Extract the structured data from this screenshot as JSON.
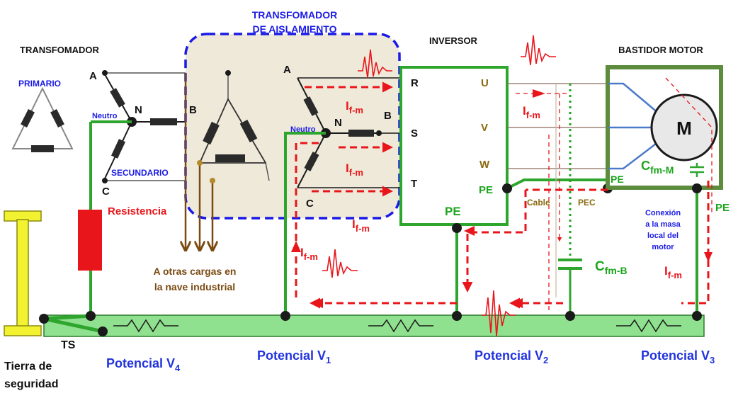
{
  "colors": {
    "green_wire": "#2ea62e",
    "red_current": "#e8161b",
    "blue_frame": "#1a1ae6",
    "brown_wire": "#7a4a12",
    "ground_bar": "#8fe08f",
    "beige_box": "#efe9da",
    "motor_frame": "#5c8c3c",
    "safety_earth": "#f2f230"
  },
  "labels": {
    "transformer_title": "TRANSFOMADOR",
    "primary": "PRIMARIO",
    "secondary": "SECUNDARIO",
    "neutro_left": "Neutro",
    "node_a_left": "A",
    "node_b_left": "B",
    "node_c_left": "C",
    "node_n_left": "N",
    "resistance": "Resistencia",
    "isolation_title_1": "TRANSFOMADOR",
    "isolation_title_2": "DE AISLAMIENTO",
    "node_a_iso": "A",
    "node_b_iso": "B",
    "node_c_iso": "C",
    "node_n_iso": "N",
    "neutro_iso": "Neutro",
    "other_loads_1": "A otras cargas en",
    "other_loads_2": "la nave industrial",
    "inverter_title": "INVERSOR",
    "terminal_r": "R",
    "terminal_s": "S",
    "terminal_t": "T",
    "terminal_u": "U",
    "terminal_v": "V",
    "terminal_w": "W",
    "pe_inverter_right": "PE",
    "pe_inverter_bottom": "PE",
    "motor_title": "BASTIDOR MOTOR",
    "motor_symbol": "M",
    "pe_motor_left": "PE",
    "pe_motor_right": "PE",
    "cable": "Cable",
    "pec": "PEC",
    "cap_motor_main": "C",
    "cap_motor_sub": "fm-M",
    "cap_bus_main": "C",
    "cap_bus_sub": "fm-B",
    "motor_bond_1": "Conexión",
    "motor_bond_2": "a la masa",
    "motor_bond_3": "local del",
    "motor_bond_4": "motor",
    "current_main": "I",
    "current_sub": "f-m",
    "safety_earth_1": "Tierra de",
    "safety_earth_2": "seguridad",
    "ts": "TS",
    "potential_main": "Potencial V",
    "potential_v4_sub": "4",
    "potential_v1_sub": "1",
    "potential_v2_sub": "2",
    "potential_v3_sub": "3"
  }
}
